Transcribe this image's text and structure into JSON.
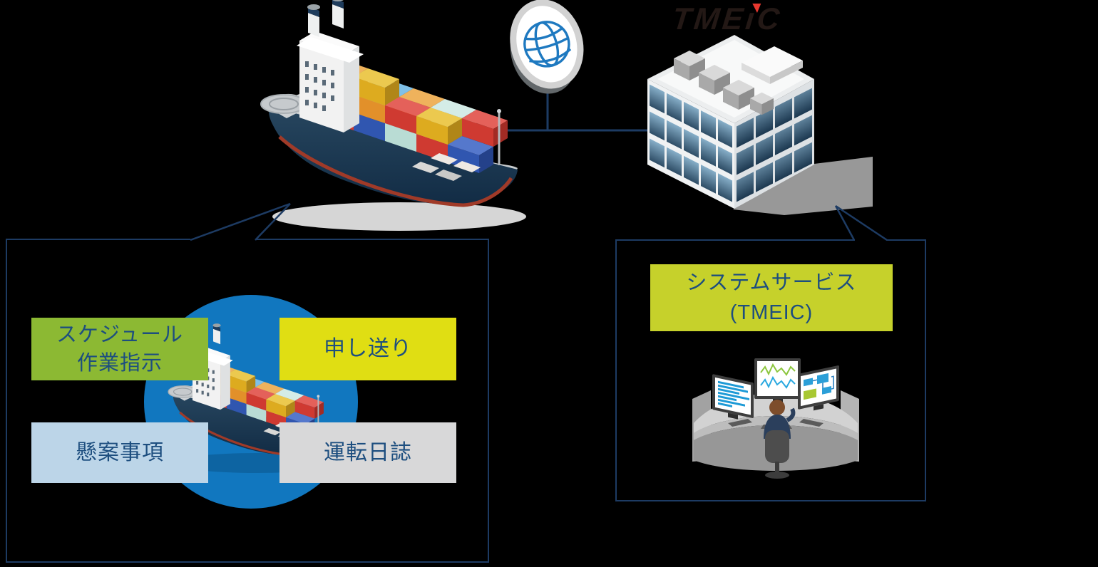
{
  "logo": {
    "text": "TMEIC",
    "seg_pre": "TME",
    "seg_i": "ı",
    "seg_post": "C"
  },
  "ship_panel": {
    "schedule_label": {
      "line1": "スケジュール",
      "line2": "作業指示"
    },
    "handover_label": "申し送り",
    "pending_label": "懸案事項",
    "log_label": "運転日誌"
  },
  "service_panel": {
    "label_line1": "システムサービス",
    "label_line2": "(TMEIC)"
  },
  "illustrations": {
    "ship": "container-ship",
    "globe": "internet-globe",
    "building": "office-building",
    "console": "control-room-console"
  },
  "colors": {
    "background": "#000000",
    "line_navy": "#1d3b63",
    "text_navy": "#1d4e7f",
    "circle_blue": "#1177bf",
    "schedule_green": "#8cb933",
    "handover_yellow": "#e0de13",
    "pending_lightblue": "#bcd5e8",
    "log_gray": "#d8d8d9",
    "service_yellowgreen": "#c6d12b",
    "logo_black": "#231815",
    "logo_red": "#e8382f"
  }
}
